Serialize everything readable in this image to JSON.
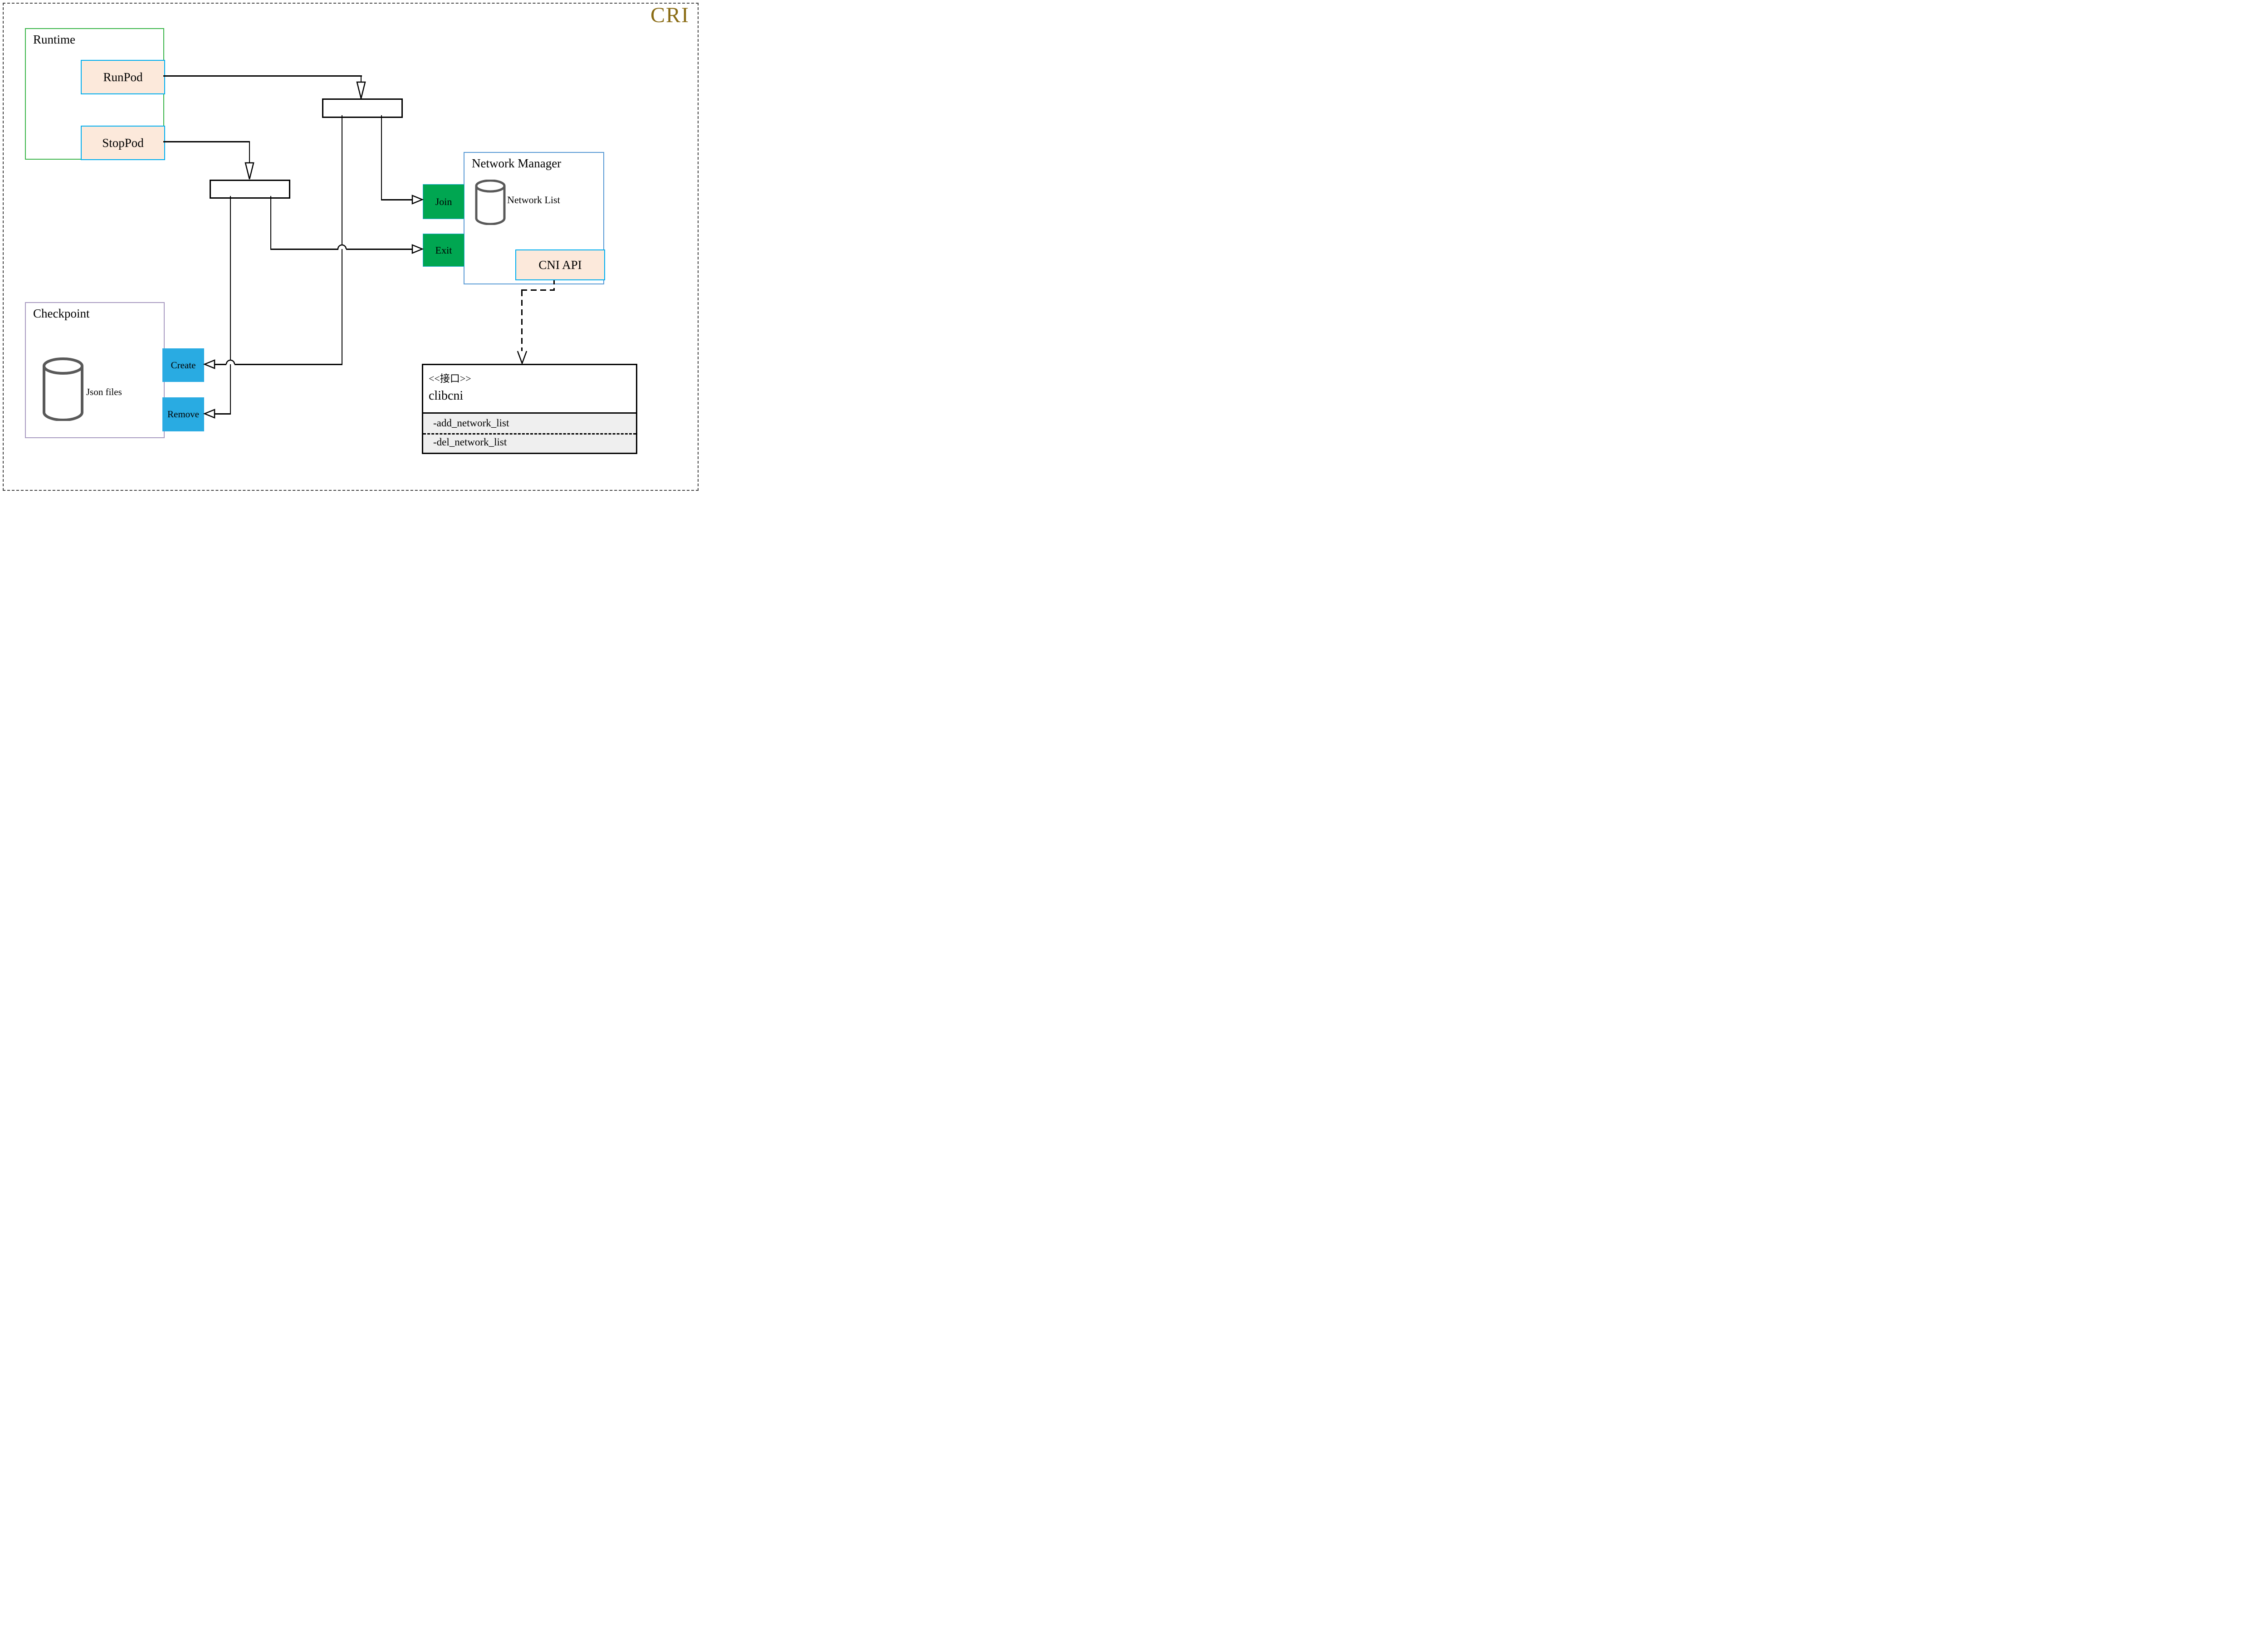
{
  "header": {
    "title": "CRI"
  },
  "runtime": {
    "label": "Runtime",
    "run_pod": "RunPod",
    "stop_pod": "StopPod"
  },
  "checkpoint": {
    "label": "Checkpoint",
    "datastore": "Json files",
    "create": "Create",
    "remove": "Remove"
  },
  "network_manager": {
    "label": "Network Manager",
    "datastore": "Network List",
    "join": "Join",
    "exit": "Exit",
    "cni_api": "CNI API"
  },
  "clibcni": {
    "stereotype": "<<接口>>",
    "name": "clibcni",
    "method_add": "-add_network_list",
    "method_del": "-del_network_list"
  },
  "colors": {
    "accent": "#8a6c15",
    "green_node": "#00a651",
    "blue_node": "#29abe2",
    "peach_node": "#fce9db",
    "peach_border": "#00aeef",
    "runtime_border": "#3cb54a",
    "network_manager_border": "#5b9bd5",
    "checkpoint_border": "#a99bc1",
    "cylinder_stroke": "#595959"
  }
}
